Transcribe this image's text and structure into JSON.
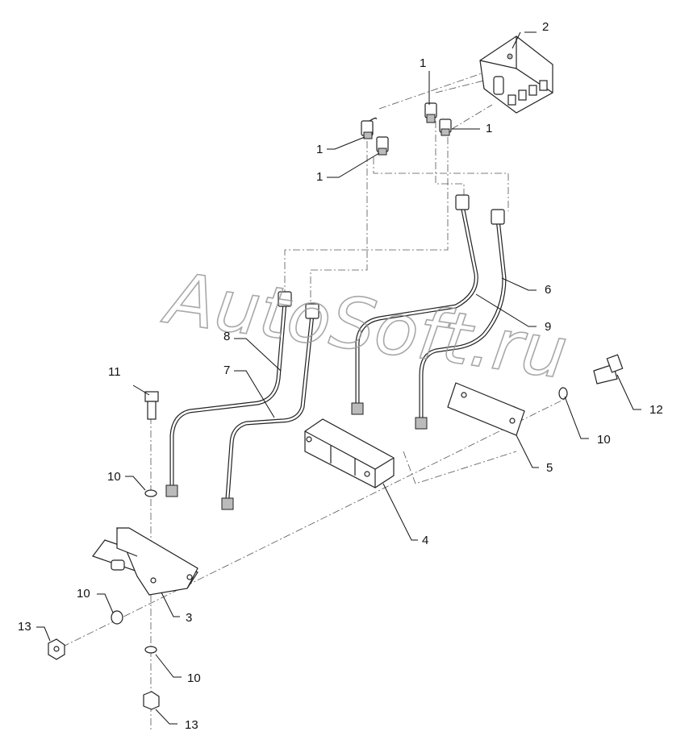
{
  "watermark": "AutoSoft.ru",
  "callouts": [
    {
      "id": "c1a",
      "label": "1"
    },
    {
      "id": "c1b",
      "label": "1"
    },
    {
      "id": "c1c",
      "label": "1"
    },
    {
      "id": "c1d",
      "label": "1"
    },
    {
      "id": "c2",
      "label": "2"
    },
    {
      "id": "c3",
      "label": "3"
    },
    {
      "id": "c4",
      "label": "4"
    },
    {
      "id": "c5",
      "label": "5"
    },
    {
      "id": "c6",
      "label": "6"
    },
    {
      "id": "c7",
      "label": "7"
    },
    {
      "id": "c8",
      "label": "8"
    },
    {
      "id": "c9",
      "label": "9"
    },
    {
      "id": "c10a",
      "label": "10"
    },
    {
      "id": "c10b",
      "label": "10"
    },
    {
      "id": "c10c",
      "label": "10"
    },
    {
      "id": "c10d",
      "label": "10"
    },
    {
      "id": "c11",
      "label": "11"
    },
    {
      "id": "c12",
      "label": "12"
    },
    {
      "id": "c13a",
      "label": "13"
    },
    {
      "id": "c13b",
      "label": "13"
    }
  ]
}
